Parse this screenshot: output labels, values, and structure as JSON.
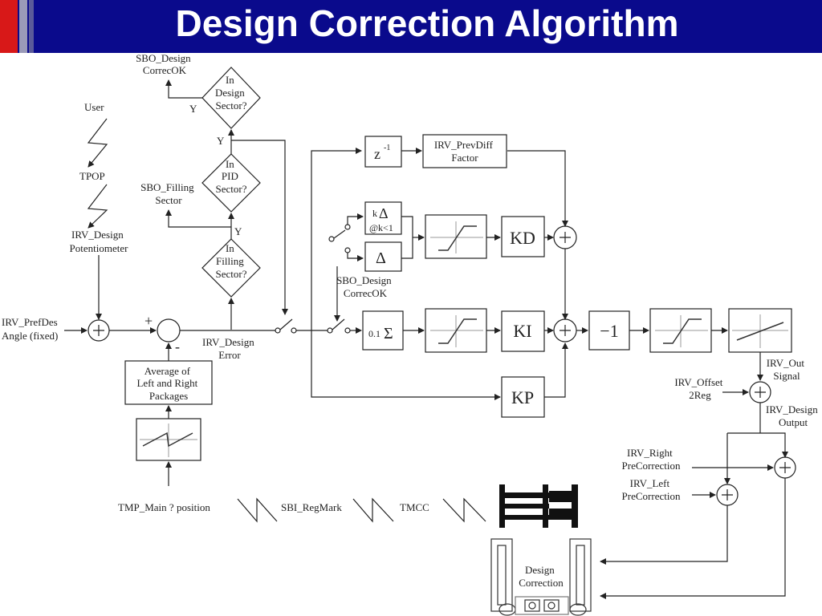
{
  "title": "Design Correction Algorithm",
  "colors": {
    "title_bar": "#0a0a8c",
    "title_text": "#ffffff",
    "stripe_red": "#d81818",
    "stripe_grey": "#9a9ab8",
    "line": "#222222"
  },
  "labels": {
    "sbo_design_correcok": [
      "SBO_Design",
      "CorrecOK"
    ],
    "in_design_sector": [
      "In",
      "Design",
      "Sector?"
    ],
    "y1": "Y",
    "y2": "Y",
    "y3": "Y",
    "user": "User",
    "tpop": "TPOP",
    "irv_design_potentiometer": [
      "IRV_Design",
      "Potentiometer"
    ],
    "sbo_filling_sector": [
      "SBO_Filling",
      "Sector"
    ],
    "in_pid_sector": [
      "In",
      "PID",
      "Sector?"
    ],
    "in_filling_sector": [
      "In",
      "Filling",
      "Sector?"
    ],
    "irv_prefdes_angle": [
      "IRV_PrefDes",
      "Angle (fixed)"
    ],
    "plus_sign": "+",
    "minus_sign": "-",
    "irv_design_error": [
      "IRV_Design",
      "Error"
    ],
    "average_packages": [
      "Average of",
      "Left and Right",
      "Packages"
    ],
    "tmp_main_position": "TMP_Main ? position",
    "sbi_regmark": "SBI_RegMark",
    "tmcc": "TMCC",
    "z_inverse": "z",
    "z_exp": "-1",
    "irv_prevdiff_factor": [
      "IRV_PrevDiff",
      "Factor"
    ],
    "k_delta": "k",
    "delta_symbol": "Δ",
    "at_k_lt_1": "@k<1",
    "sbo_design_correcok2": [
      "SBO_Design",
      "CorrecOK"
    ],
    "kd": "KD",
    "ki": "KI",
    "kp": "KP",
    "sum_coef": "0.1",
    "sigma": "Σ",
    "neg_one": "−1",
    "irv_out_signal": [
      "IRV_Out",
      "Signal"
    ],
    "irv_offset_2reg": [
      "IRV_Offset",
      "2Reg"
    ],
    "irv_design_output": [
      "IRV_Design",
      "Output"
    ],
    "irv_right_precorrection": [
      "IRV_Right",
      "PreCorrection"
    ],
    "irv_left_precorrection": [
      "IRV_Left",
      "PreCorrection"
    ],
    "design_correction": [
      "Design",
      "Correction"
    ]
  }
}
